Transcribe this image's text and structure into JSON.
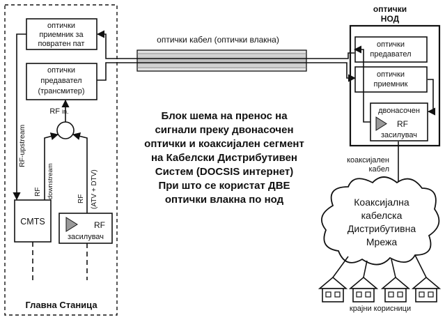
{
  "headend": {
    "title": "Главна Станица",
    "rx_line1": "оптички",
    "rx_line2": "приемник за",
    "rx_line3": "повратен пат",
    "tx_line1": "оптички",
    "tx_line2": "предавател",
    "tx_line3": "(трансмитер)",
    "rf_in": "RF",
    "rf_in_sub": "in.",
    "rf_upstream": "RF-upstream",
    "rf_downstream_1": "RF",
    "rf_downstream_2": "downstream",
    "rf_atv_1": "RF",
    "rf_atv_2": "(ATV + DTV)",
    "cmts": "CMTS",
    "amp_rf": "RF",
    "amp_label": "засилувач"
  },
  "cable": {
    "label": "оптички кабел (оптички влакна)"
  },
  "node": {
    "title_1": "оптички",
    "title_2": "НОД",
    "tx_line1": "оптички",
    "tx_line2": "предавател",
    "rx_line1": "оптички",
    "rx_line2": "приемник",
    "amp_line1": "двонасочен",
    "amp_rf": "RF",
    "amp_line2": "засилувач"
  },
  "coax": {
    "label_1": "коаксијален",
    "label_2": "кабел"
  },
  "network": {
    "line1": "Коаксијална",
    "line2": "кабелска",
    "line3": "Дистрибутивна",
    "line4": "Мрежа"
  },
  "users": {
    "label": "крајни корисници"
  },
  "caption": {
    "line1": "Блок шема на пренос на",
    "line2": "сигнали преку двонасочен",
    "line3": "оптички и коаксијален сегмент",
    "line4": "на Кабелски Дистрибутивен",
    "line5": "Систем (DOCSIS интернет)",
    "line6": "При што се користат ДВЕ",
    "line7": "оптички влакна по нод"
  }
}
